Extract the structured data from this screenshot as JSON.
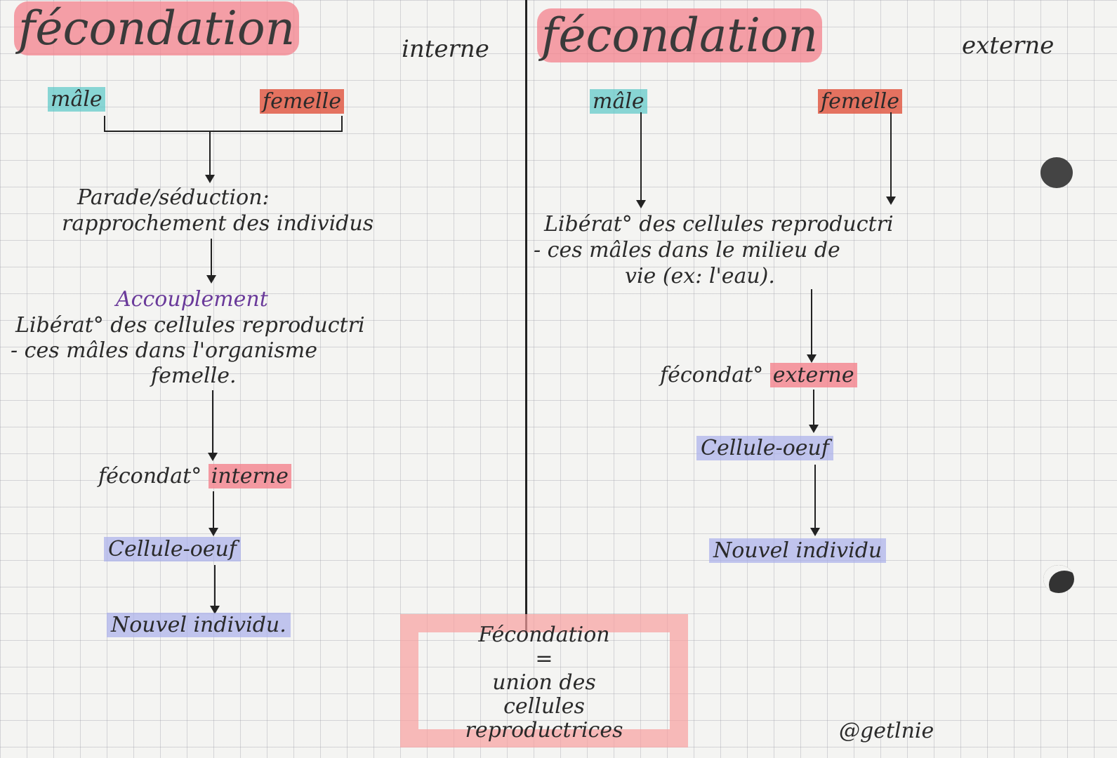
{
  "left": {
    "title": "fécondation",
    "title_suffix": "interne",
    "male": "mâle",
    "female": "femelle",
    "step1_line1": "Parade/séduction:",
    "step1_line2": "rapprochement des individus",
    "step2_heading": "Accouplement",
    "step2_line1": "Libérat° des cellules reproductri",
    "step2_line2": "- ces mâles dans l'organisme",
    "step2_line3": "femelle.",
    "step3_label": "fécondat°",
    "step3_highlight": "interne",
    "step4": "Cellule-oeuf",
    "step5": "Nouvel individu."
  },
  "right": {
    "title": "fécondation",
    "title_suffix": "externe",
    "male": "mâle",
    "female": "femelle",
    "step1_line1": "Libérat° des cellules reproductri",
    "step1_line2": "- ces mâles dans le milieu de",
    "step1_line3": "vie (ex: l'eau).",
    "step2_label": "fécondat°",
    "step2_highlight": "externe",
    "step3": "Cellule-oeuf",
    "step4": "Nouvel individu"
  },
  "summary_box": {
    "line1": "Fécondation",
    "line2": "=",
    "line3": "union des",
    "line4": "cellules",
    "line5": "reproductrices"
  },
  "signature": "@getlnie",
  "colors": {
    "title_highlight": "#f4828c",
    "male_highlight": "#5ac8c8",
    "female_highlight": "#e15a46",
    "result_highlight": "#aaafeb",
    "accent_purple": "#6a3a9a"
  }
}
